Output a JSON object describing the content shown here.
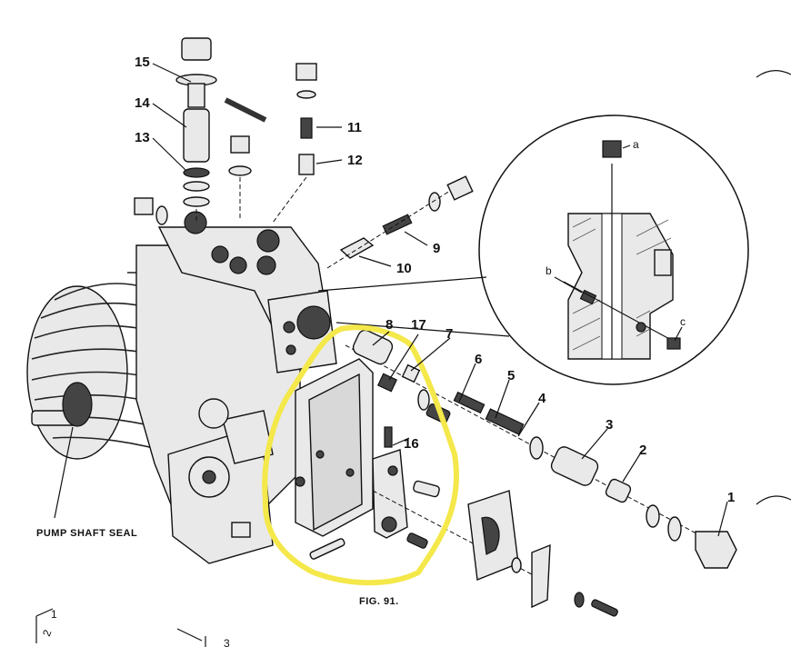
{
  "figure": {
    "caption": "FIG. 91.",
    "callout_label": "PUMP SHAFT SEAL",
    "part_numbers": [
      "1",
      "2",
      "3",
      "4",
      "5",
      "6",
      "7",
      "8",
      "9",
      "10",
      "11",
      "12",
      "13",
      "14",
      "15",
      "16",
      "17"
    ],
    "detail_letters": [
      "a",
      "b",
      "c"
    ],
    "margin_marks": [
      "1",
      "2",
      "3"
    ],
    "highlight_color": "#f4e84a"
  }
}
